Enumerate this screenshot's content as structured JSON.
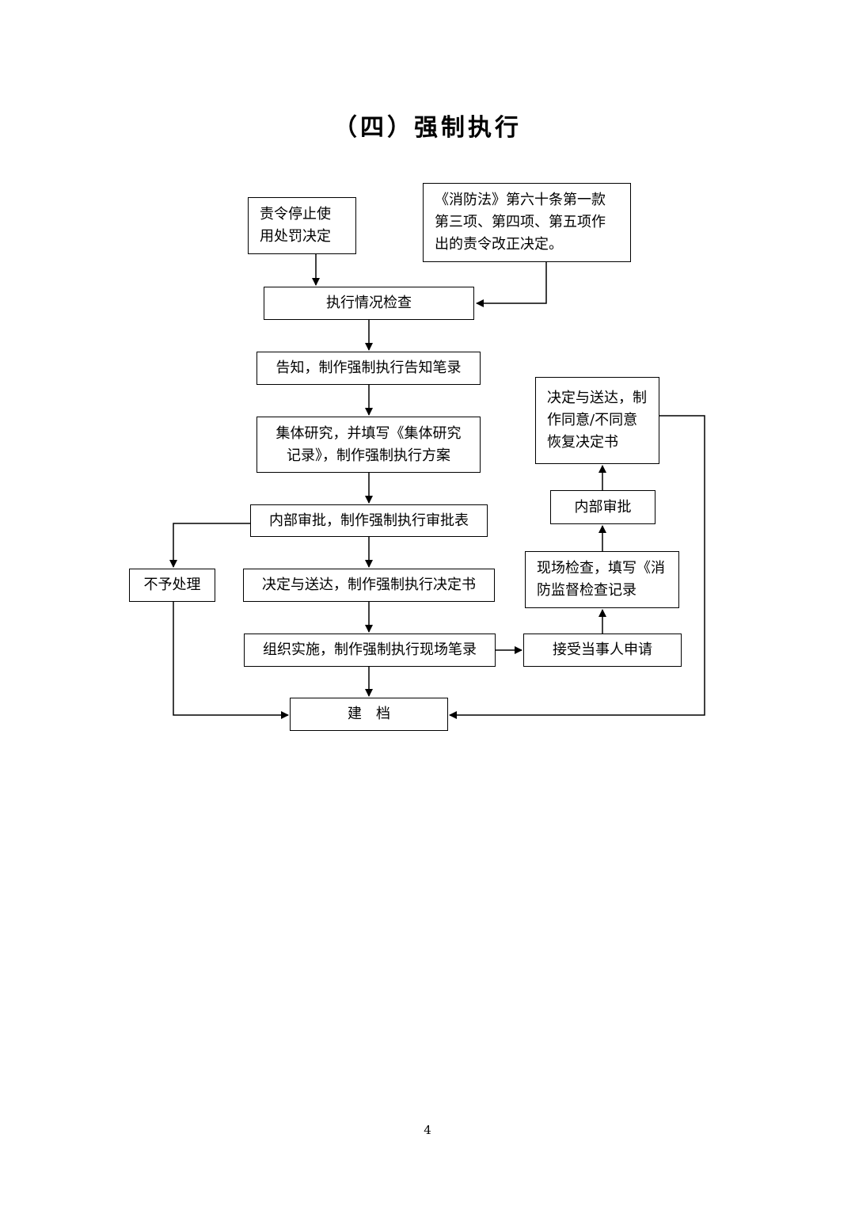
{
  "title": "（四）强制执行",
  "nodes": {
    "order_stop": "责令停止使\n用处罚决定",
    "fire_law": "《消防法》第六十条第一款\n第三项、第四项、第五项作\n出的责令改正决定。",
    "check_execution": "执行情况检查",
    "notify": "告知，制作强制执行告知笔录",
    "collective_study": "集体研究，并填写《集体研究\n记录》，制作强制执行方案",
    "internal_approval": "内部审批，制作强制执行审批表",
    "no_action": "不予处理",
    "decide_deliver": "决定与送达，制作强制执行决定书",
    "implement": "组织实施，制作强制执行现场笔录",
    "archive": "建　档",
    "accept_application": "接受当事人申请",
    "site_inspection": "现场检查，填写《消\n防监督检查记录",
    "internal_approval_2": "内部审批",
    "decide_restore": "决定与送达，制\n作同意/不同意\n恢复决定书"
  },
  "page_number": "4"
}
